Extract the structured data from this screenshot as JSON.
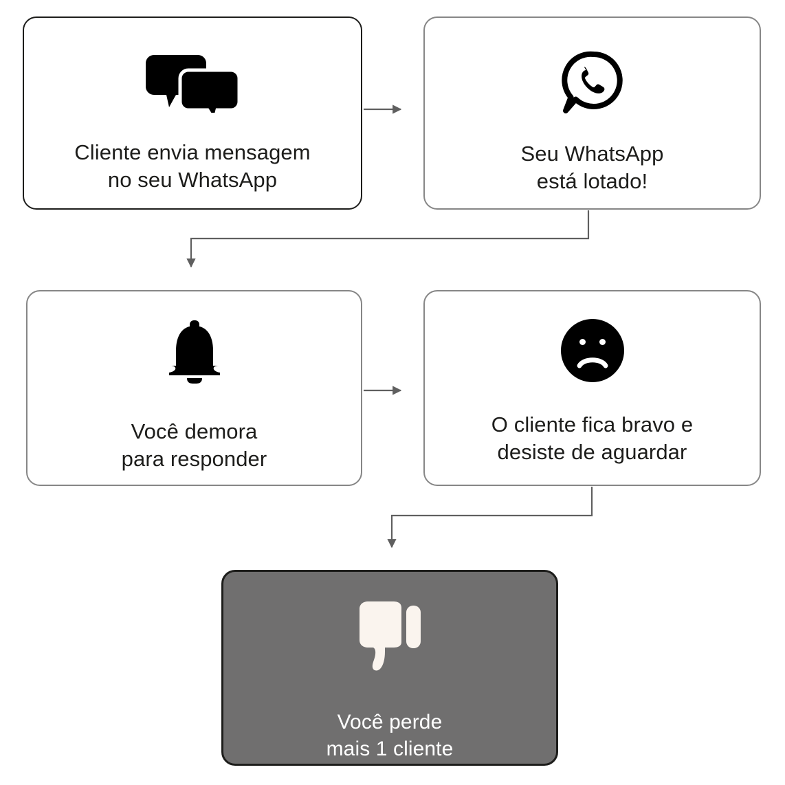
{
  "diagram": {
    "title_text": "",
    "background_color": "#ffffff",
    "connector_color": "#5f5f5f",
    "text_color": "#1d1d1b",
    "dark_border_color": "#1d1d1b",
    "gray_border_color": "#868686",
    "filled_background_color": "#706f6f",
    "filled_text_color": "#ffffff",
    "icon_color": "#000000",
    "filled_icon_color": "#faf4ee"
  },
  "nodes": [
    {
      "id": "node-1",
      "icon": "chat-bubbles-icon",
      "label": "Cliente envia mensagem\nno seu WhatsApp",
      "style": "dark-outline"
    },
    {
      "id": "node-2",
      "icon": "whatsapp-logo-icon",
      "label": "Seu WhatsApp\nestá lotado!",
      "style": "gray-outline"
    },
    {
      "id": "node-3",
      "icon": "bell-icon",
      "label": "Você demora\npara responder",
      "style": "gray-outline"
    },
    {
      "id": "node-4",
      "icon": "sad-face-icon",
      "label": "O cliente fica bravo e\ndesiste de aguardar",
      "style": "gray-outline"
    },
    {
      "id": "node-5",
      "icon": "thumbs-down-icon",
      "label": "Você perde\nmais 1 cliente",
      "style": "filled"
    }
  ],
  "connectors": [
    {
      "id": "connector-1-to-2",
      "from": "node-1",
      "to": "node-2",
      "shape": "horizontal-arrow"
    },
    {
      "id": "connector-2-to-3",
      "from": "node-2",
      "to": "node-3",
      "shape": "elbow-down-left-arrow"
    },
    {
      "id": "connector-3-to-4",
      "from": "node-3",
      "to": "node-4",
      "shape": "horizontal-arrow"
    },
    {
      "id": "connector-4-to-5",
      "from": "node-4",
      "to": "node-5",
      "shape": "elbow-down-left-arrow"
    }
  ]
}
